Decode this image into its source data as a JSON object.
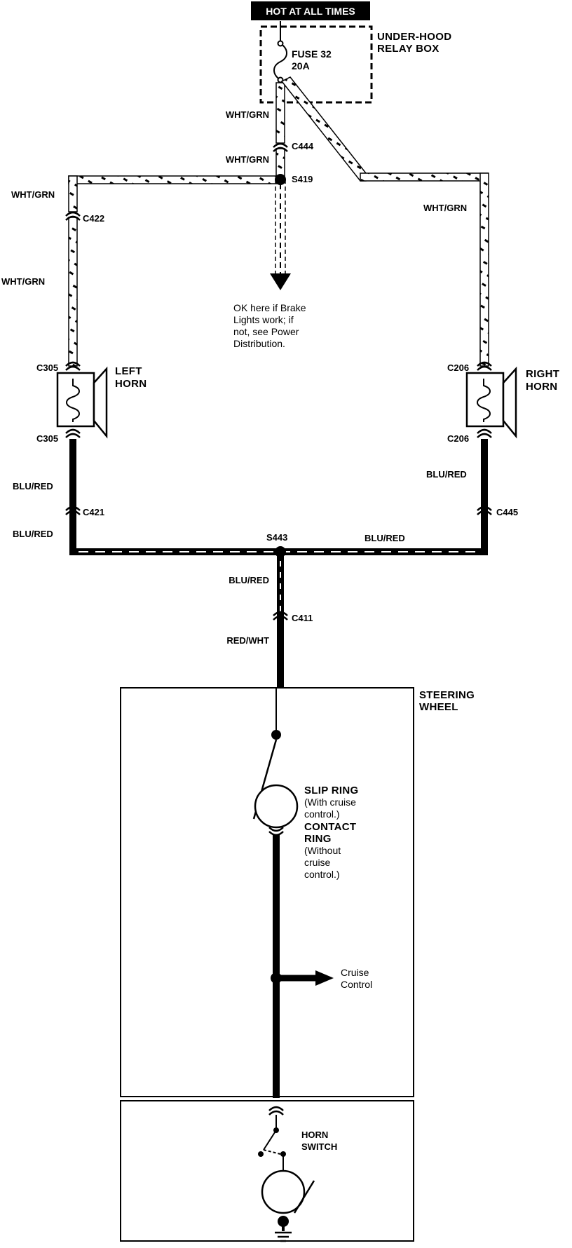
{
  "header": {
    "power_label": "HOT AT ALL TIMES"
  },
  "relay_box": {
    "label_line1": "UNDER-HOOD",
    "label_line2": "RELAY BOX",
    "fuse_name": "FUSE 32",
    "fuse_rating": "20A"
  },
  "wires": {
    "top_upper": "WHT/GRN",
    "top_lower": "WHT/GRN",
    "left_top": "WHT/GRN",
    "left_mid": "WHT/GRN",
    "right_top": "WHT/GRN",
    "left_bottom1": "BLU/RED",
    "left_bottom2": "BLU/RED",
    "right_bottom": "BLU/RED",
    "bottom_right": "BLU/RED",
    "center_lower": "BLU/RED",
    "steering_feed": "RED/WHT"
  },
  "connectors": {
    "c444": "C444",
    "s419": "S419",
    "c422": "C422",
    "c305_top": "C305",
    "c305_bottom": "C305",
    "c206_top": "C206",
    "c206_bottom": "C206",
    "c421": "C421",
    "c445": "C445",
    "s443": "S443",
    "c411": "C411"
  },
  "note": {
    "line1": "OK here if Brake",
    "line2": "Lights work; if",
    "line3": "not, see Power",
    "line4": "Distribution."
  },
  "horns": {
    "left_line1": "LEFT",
    "left_line2": "HORN",
    "right_line1": "RIGHT",
    "right_line2": "HORN"
  },
  "steering": {
    "label_line1": "STEERING",
    "label_line2": "WHEEL",
    "slip_ring_title": "SLIP RING",
    "slip_ring_note1": "(With cruise",
    "slip_ring_note2": "control.)",
    "contact_ring_title1": "CONTACT",
    "contact_ring_title2": "RING",
    "contact_ring_note1": "(Without",
    "contact_ring_note2": "cruise",
    "contact_ring_note3": "control.)",
    "cruise_line1": "Cruise",
    "cruise_line2": "Control",
    "horn_switch_line1": "HORN",
    "horn_switch_line2": "SWITCH"
  }
}
